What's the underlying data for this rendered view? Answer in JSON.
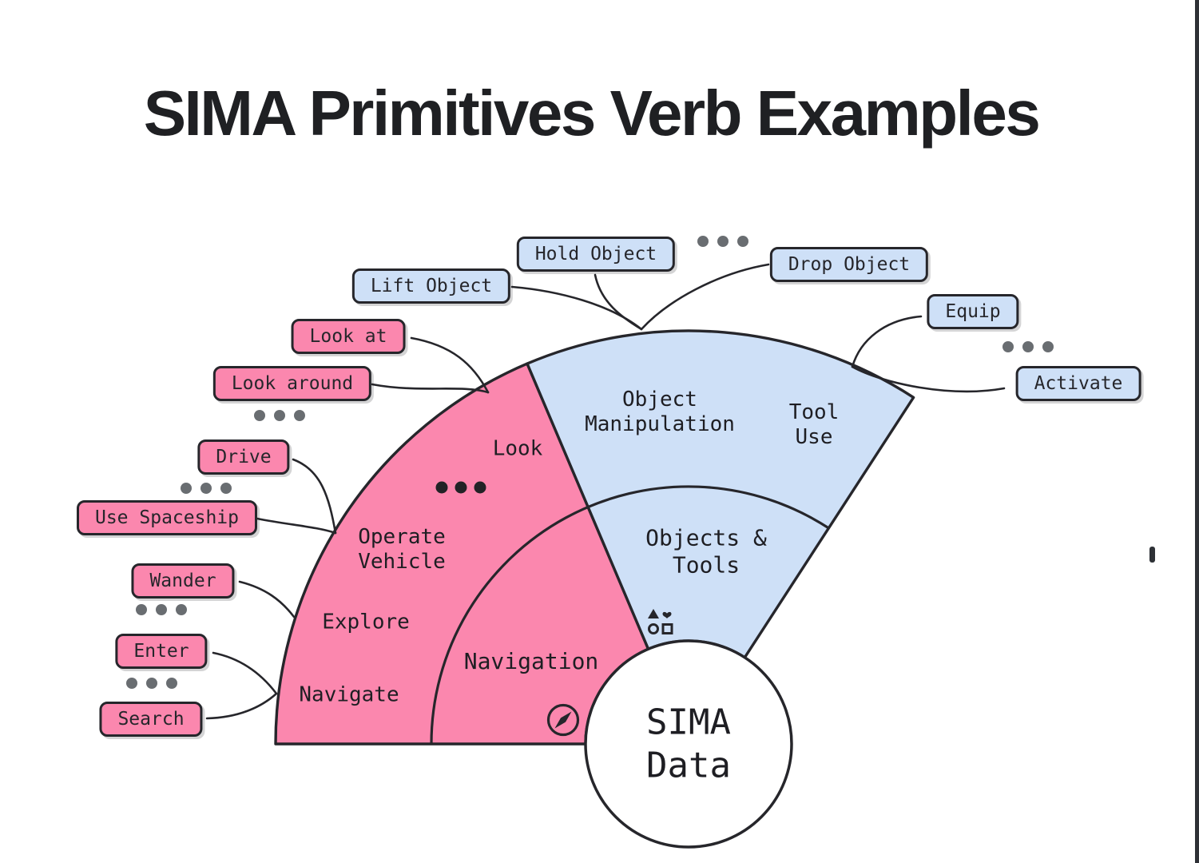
{
  "title": "SIMA Primitives Verb Examples",
  "center": {
    "label": "SIMA\nData"
  },
  "segments": {
    "navigation": "Navigation",
    "objects_tools": "Objects &\nTools",
    "look": "Look",
    "operate_vehicle": "Operate\nVehicle",
    "explore": "Explore",
    "navigate": "Navigate",
    "object_manipulation": "Object\nManipulation",
    "tool_use": "Tool\nUse"
  },
  "callouts": {
    "look_at": "Look at",
    "look_around": "Look around",
    "drive": "Drive",
    "use_spaceship": "Use Spaceship",
    "wander": "Wander",
    "enter": "Enter",
    "search": "Search",
    "lift_object": "Lift Object",
    "hold_object": "Hold Object",
    "drop_object": "Drop Object",
    "equip": "Equip",
    "activate": "Activate"
  },
  "icons": {
    "compass": "compass-icon",
    "shapes": "shapes-icon (triangle, heart, circle, square)",
    "ellipsis": "three-dot-ellipsis"
  },
  "colors": {
    "pink": "#FB87AE",
    "blue": "#CEE0F7",
    "ink": "#26262B",
    "dot_gray": "#696D71",
    "dot_black": "#222226",
    "edge_strip": "#2E3136"
  }
}
